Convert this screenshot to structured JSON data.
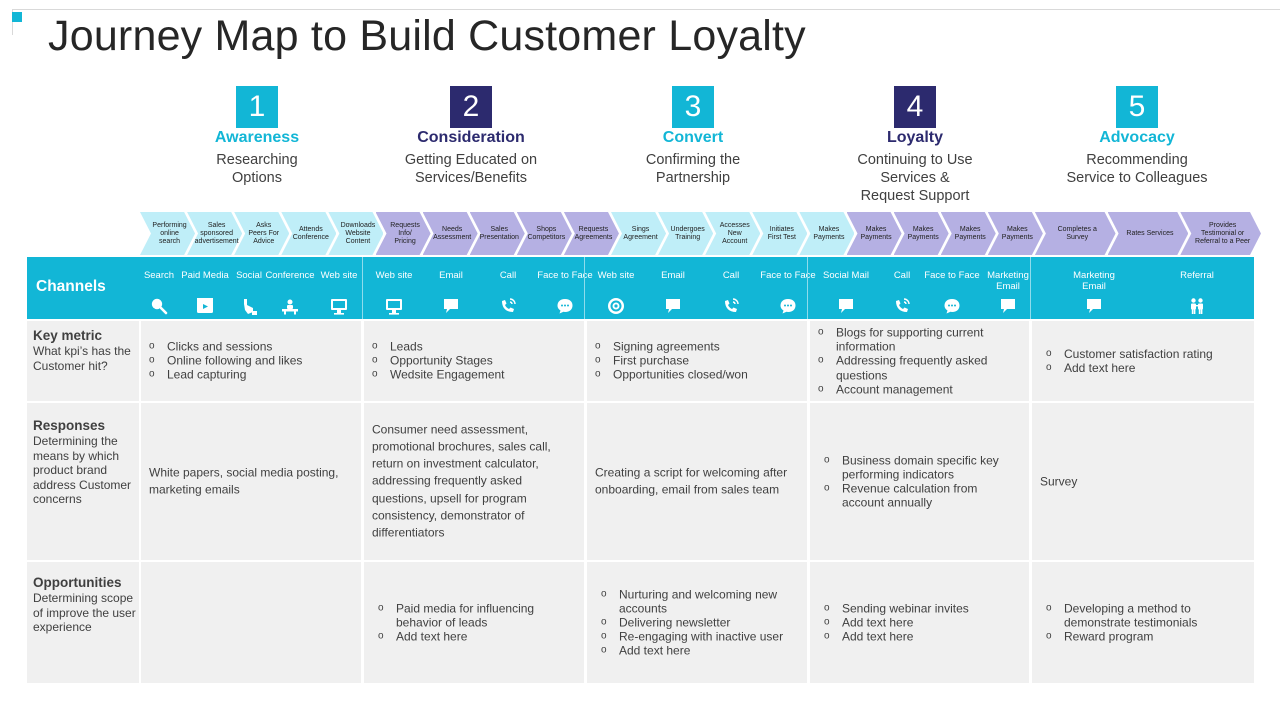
{
  "title": "Journey Map to Build Customer Loyalty",
  "colors": {
    "cyan": "#12b6d6",
    "navy": "#2c2a6e",
    "light_cyan": "#bfeef8",
    "lavender": "#b5b0e3",
    "cell": "#f0f0f0"
  },
  "stages": [
    {
      "num": "1",
      "name": "Awareness",
      "desc": [
        "Researching",
        "Options"
      ]
    },
    {
      "num": "2",
      "name": "Consideration",
      "desc": [
        "Getting Educated on",
        "Services/Benefits"
      ]
    },
    {
      "num": "3",
      "name": "Convert",
      "desc": [
        "Confirming the",
        "Partnership"
      ]
    },
    {
      "num": "4",
      "name": "Loyalty",
      "desc": [
        "Continuing to Use",
        "Services &",
        "Request Support"
      ]
    },
    {
      "num": "5",
      "name": "Advocacy",
      "desc": [
        "Recommending",
        "Service to Colleagues"
      ]
    }
  ],
  "steps": [
    {
      "label": "Performing online search",
      "tone": "light"
    },
    {
      "label": "Sales sponsored advertisement",
      "tone": "light"
    },
    {
      "label": "Asks Peers For Advice",
      "tone": "light"
    },
    {
      "label": "Attends Conference",
      "tone": "light"
    },
    {
      "label": "Downloads Website Content",
      "tone": "light"
    },
    {
      "label": "Requests Info/ Pricing",
      "tone": "purple"
    },
    {
      "label": "Needs Assessment",
      "tone": "purple"
    },
    {
      "label": "Sales Presentation",
      "tone": "purple"
    },
    {
      "label": "Shops Competitors",
      "tone": "purple"
    },
    {
      "label": "Requests Agreements",
      "tone": "purple"
    },
    {
      "label": "Sings Agreement",
      "tone": "light"
    },
    {
      "label": "Undergoes Training",
      "tone": "light"
    },
    {
      "label": "Accesses New Account",
      "tone": "light"
    },
    {
      "label": "Initiates First Test",
      "tone": "light"
    },
    {
      "label": "Makes Payments",
      "tone": "light"
    },
    {
      "label": "Makes Payments",
      "tone": "purple"
    },
    {
      "label": "Makes Payments",
      "tone": "purple"
    },
    {
      "label": "Makes Payments",
      "tone": "purple"
    },
    {
      "label": "Makes Payments",
      "tone": "purple"
    },
    {
      "label": "Completes a Survey",
      "tone": "purple"
    },
    {
      "label": "Rates Services",
      "tone": "purple"
    },
    {
      "label": "Provides Testimonial or Referral to a Peer",
      "tone": "purple"
    }
  ],
  "channels": {
    "title": "Channels",
    "items": [
      {
        "label": "Search",
        "icon": "search-icon"
      },
      {
        "label": "Paid Media",
        "icon": "media-icon"
      },
      {
        "label": "Social",
        "icon": "hand-icon"
      },
      {
        "label": "Conference",
        "icon": "conference-icon"
      },
      {
        "label": "Web site",
        "icon": "monitor-icon"
      },
      {
        "label": "Web site",
        "icon": "monitor-icon"
      },
      {
        "label": "Email",
        "icon": "chat-icon"
      },
      {
        "label": "Call",
        "icon": "phone-icon"
      },
      {
        "label": "Face to Face",
        "icon": "speech-icon"
      },
      {
        "label": "Web site",
        "icon": "target-icon"
      },
      {
        "label": "Email",
        "icon": "chat-icon"
      },
      {
        "label": "Call",
        "icon": "phone-icon"
      },
      {
        "label": "Face to Face",
        "icon": "speech-icon"
      },
      {
        "label": "Social Mail",
        "icon": "chat-icon"
      },
      {
        "label": "Call",
        "icon": "phone-icon"
      },
      {
        "label": "Face to Face",
        "icon": "speech-icon"
      },
      {
        "label": "Marketing Email",
        "icon": "chat-icon"
      },
      {
        "label": "Marketing Email",
        "icon": "chat-icon"
      },
      {
        "label": "Referral",
        "icon": "people-icon"
      }
    ]
  },
  "rows": {
    "key_metric": {
      "title": "Key metric",
      "subtitle": "What kpi’s has the Customer hit?",
      "cells": [
        [
          "Clicks and sessions",
          "Online following and likes",
          "Lead capturing"
        ],
        [
          "Leads",
          "Opportunity Stages",
          "Wedsite Engagement"
        ],
        [
          "Signing agreements",
          "First purchase",
          "Opportunities closed/won"
        ],
        [
          "Blogs for supporting current information",
          "Addressing frequently asked questions",
          "Account management"
        ],
        [
          "Customer satisfaction rating",
          "Add text here"
        ]
      ]
    },
    "responses": {
      "title": "Responses",
      "subtitle": "Determining the means by which product brand address Customer concerns",
      "cells": [
        "White papers, social media posting, marketing emails",
        "Consumer need assessment, promotional brochures, sales call, return on investment calculator, addressing frequently asked questions, upsell for program consistency, demonstrator of differentiators",
        "Creating a script for welcoming after onboarding, email from sales team",
        [
          "Business domain specific key performing indicators",
          "Revenue calculation from account annually"
        ],
        "Survey"
      ]
    },
    "opportunities": {
      "title": "Opportunities",
      "subtitle": "Determining scope of improve the user experience",
      "cells": [
        [],
        [
          "Paid media for influencing behavior of leads",
          "Add text here"
        ],
        [
          "Nurturing and welcoming new accounts",
          "Delivering newsletter",
          "Re-engaging with inactive user",
          "Add text here"
        ],
        [
          "Sending webinar invites",
          "Add text here",
          "Add text here"
        ],
        [
          "Developing a method to demonstrate testimonials",
          "Reward program"
        ]
      ]
    }
  }
}
